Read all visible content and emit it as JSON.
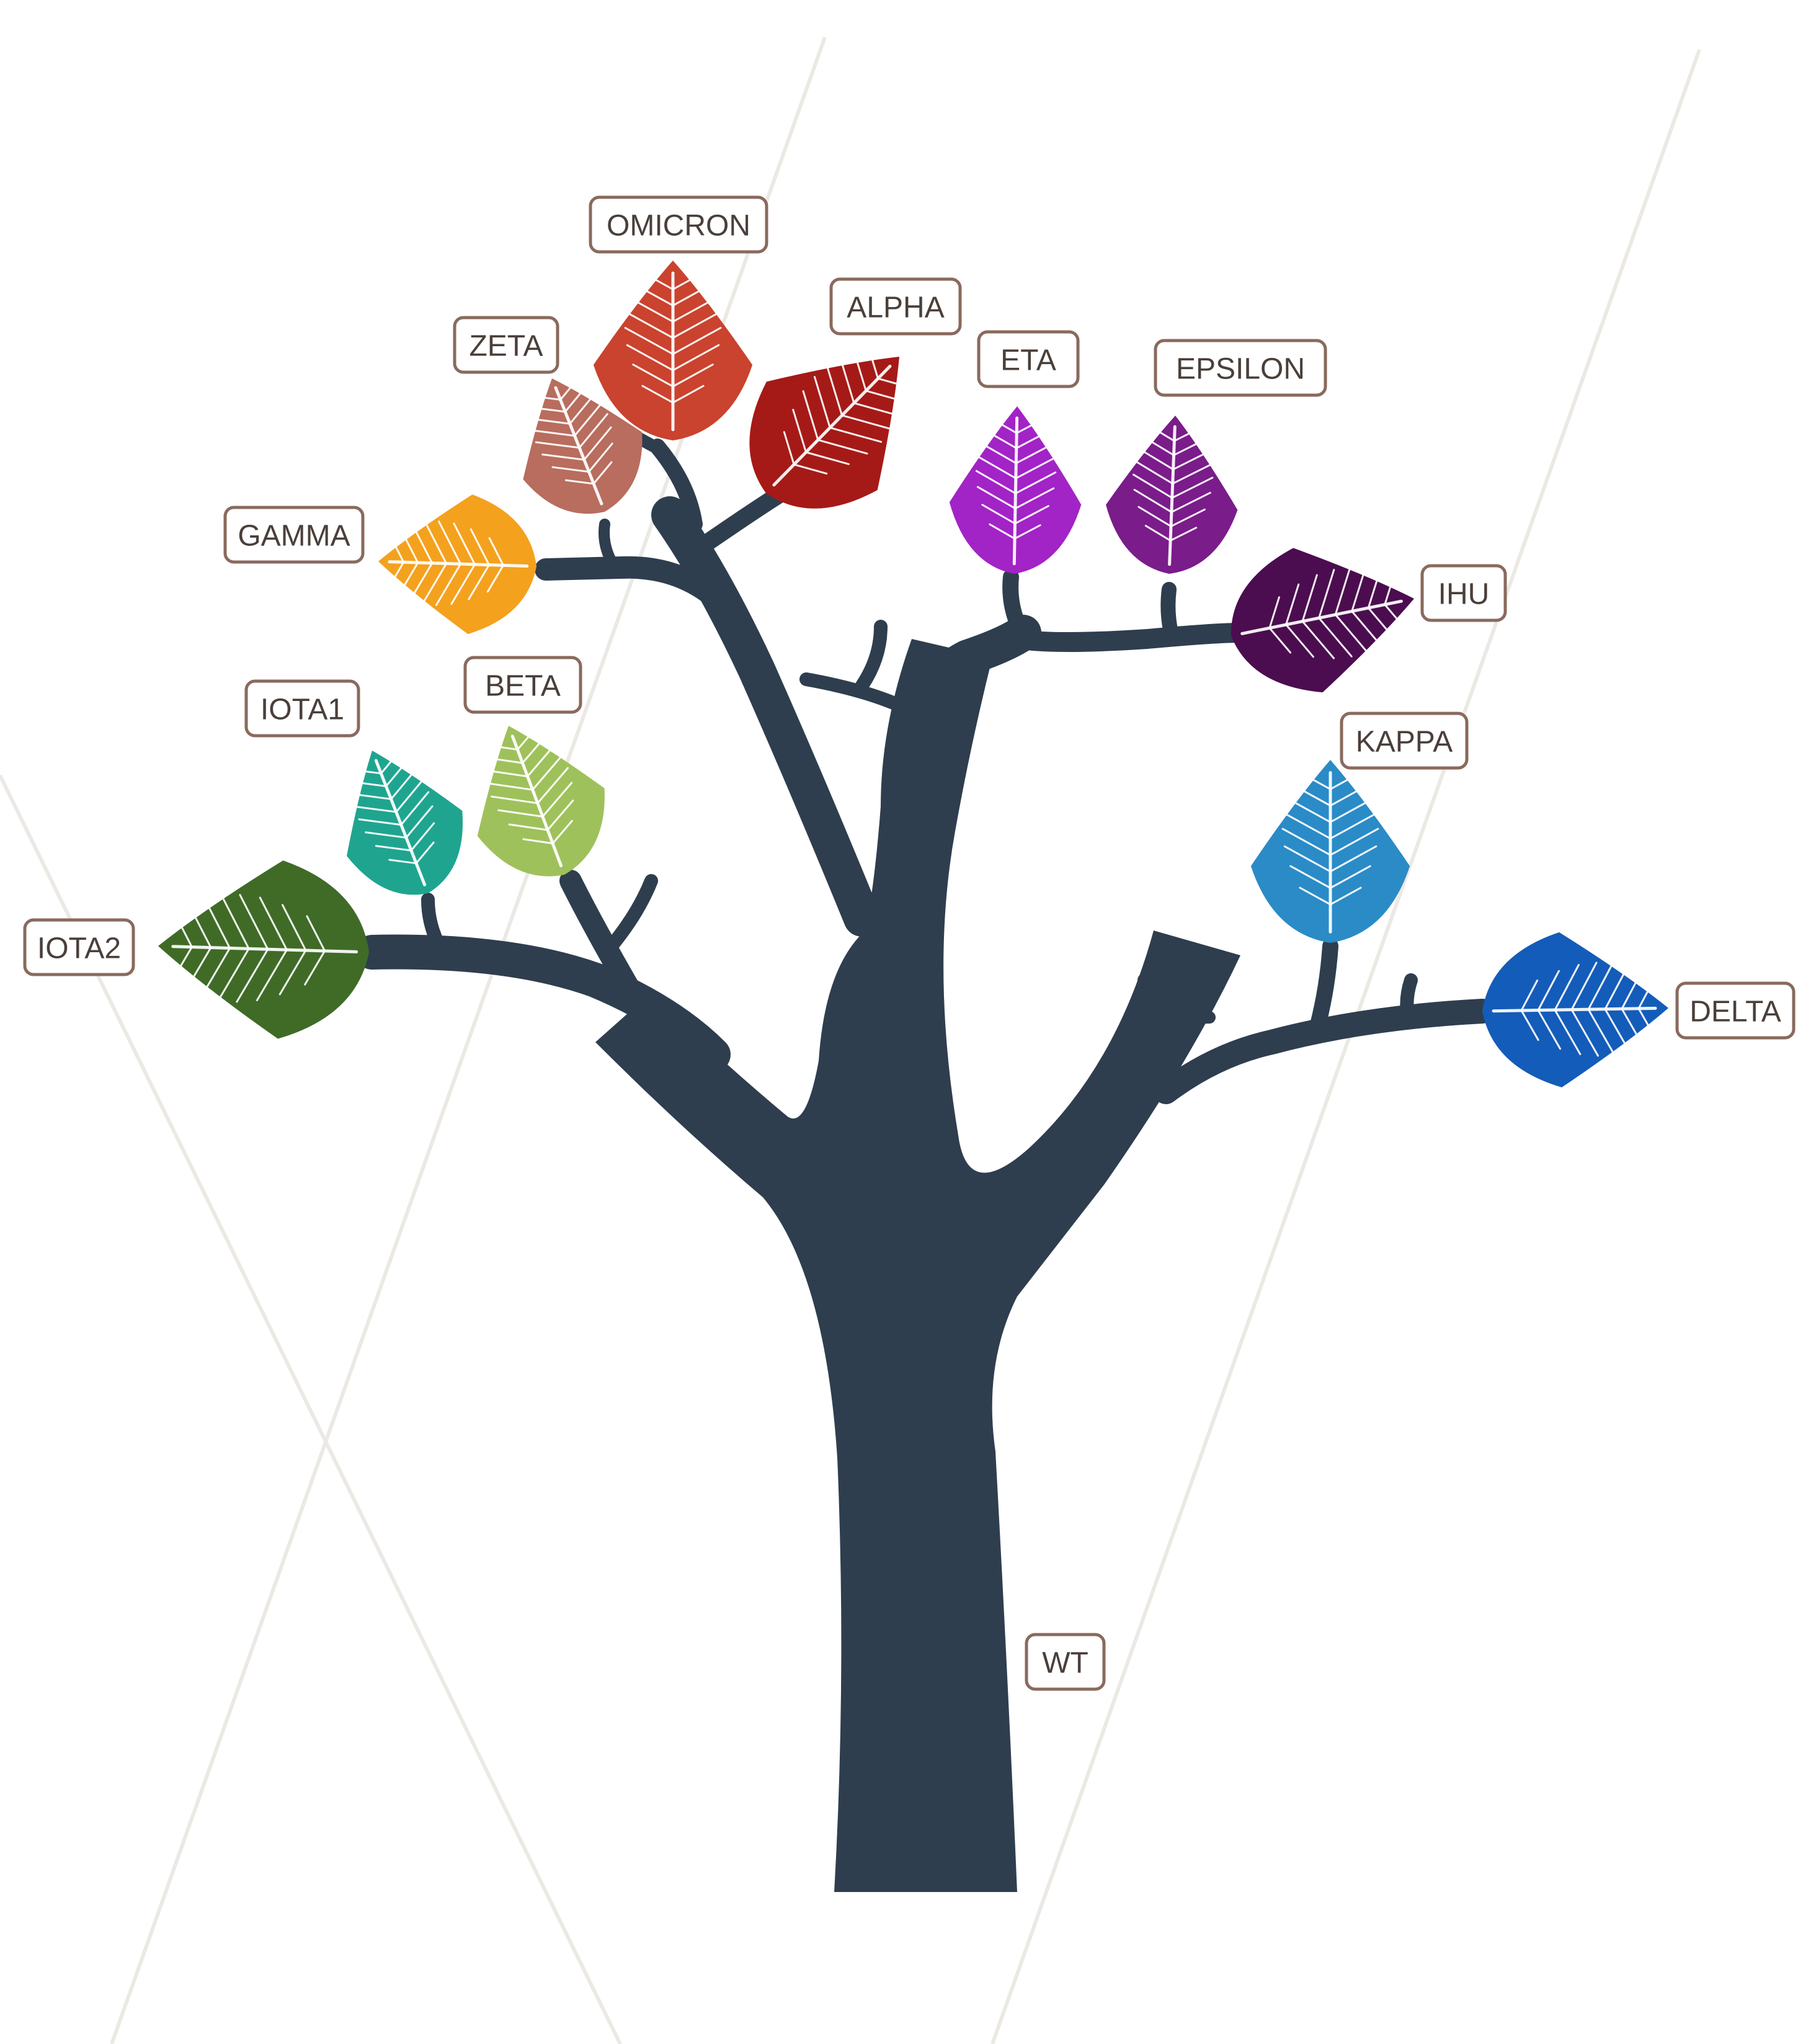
{
  "diagram": {
    "nodes": [
      {
        "id": "omicron",
        "label": "OMICRON",
        "color": "#c9432f"
      },
      {
        "id": "alpha",
        "label": "ALPHA",
        "color": "#a51a17"
      },
      {
        "id": "zeta",
        "label": "ZETA",
        "color": "#b86d5e"
      },
      {
        "id": "gamma",
        "label": "GAMMA",
        "color": "#f4a11e"
      },
      {
        "id": "eta",
        "label": "ETA",
        "color": "#a223c6"
      },
      {
        "id": "epsilon",
        "label": "EPSILON",
        "color": "#7a1c8a"
      },
      {
        "id": "ihu",
        "label": "IHU",
        "color": "#4b0d4f"
      },
      {
        "id": "iota1",
        "label": "IOTA1",
        "color": "#1fa58f"
      },
      {
        "id": "beta",
        "label": "BETA",
        "color": "#9fc15b"
      },
      {
        "id": "iota2",
        "label": "IOTA2",
        "color": "#3f6b27"
      },
      {
        "id": "kappa",
        "label": "KAPPA",
        "color": "#2a8bc7"
      },
      {
        "id": "delta",
        "label": "DELTA",
        "color": "#145cb9"
      },
      {
        "id": "wt",
        "label": "WT",
        "color": "#2e3e4e"
      }
    ]
  }
}
